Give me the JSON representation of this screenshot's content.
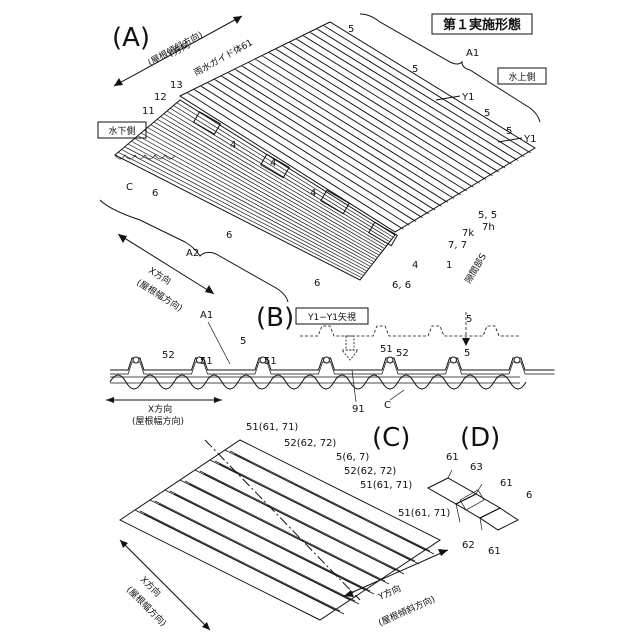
{
  "title": "第１実施形態",
  "panels": {
    "a": "(A)",
    "b": "(B)",
    "c": "(C)",
    "d": "(D)"
  },
  "panel_a": {
    "roof_slope_dir": "(屋根傾斜方向)",
    "y_dir": "Y方向",
    "rain_guide": "雨水ガイド体61",
    "downstream": "水下側",
    "upstream": "水上側",
    "gap": "隙間部S",
    "x_dir": "X方向",
    "roof_width_dir": "(屋根幅方向)",
    "labels": {
      "n5a": "5",
      "n5b": "5",
      "n5c": "5",
      "n5d": "5",
      "a1": "A1",
      "a2": "A2",
      "y1a": "Y1",
      "y1b": "Y1",
      "n13": "13",
      "n12": "12",
      "n11": "11",
      "n4a": "4",
      "n4b": "4",
      "n4c": "4",
      "n4d": "4",
      "c": "C",
      "n6a": "6",
      "n6b": "6",
      "n6c": "6",
      "n66": "6, 6",
      "n55": "5, 5",
      "n7h": "7h",
      "n7k": "7k",
      "n77": "7, 7",
      "n1": "1"
    }
  },
  "panel_b": {
    "view": "Y1−Y1矢視",
    "labels": {
      "a1": "A1",
      "n5a": "5",
      "n5b": "5",
      "n5c": "5",
      "n52a": "52",
      "n52b": "52",
      "n51a": "51",
      "n51b": "51",
      "n51c": "51",
      "n91": "91",
      "c": "C"
    },
    "x_dir": "X方向",
    "roof_width_dir": "(屋根幅方向)"
  },
  "panel_c": {
    "labels": {
      "l1": "51(61, 71)",
      "l2": "52(62, 72)",
      "l3": "5(6, 7)",
      "l4": "52(62, 72)",
      "l5": "51(61, 71)",
      "l6": "51(61, 71)"
    },
    "x_dir": "X方向",
    "roof_width_dir": "(屋根幅方向)",
    "y_dir": "Y方向",
    "roof_slope_dir": "(屋根傾斜方向)"
  },
  "panel_d": {
    "labels": {
      "n61a": "61",
      "n63": "63",
      "n61b": "61",
      "n6": "6",
      "n62": "62",
      "n61c": "61"
    }
  },
  "colors": {
    "ink": "#111111",
    "paper": "#ffffff"
  }
}
